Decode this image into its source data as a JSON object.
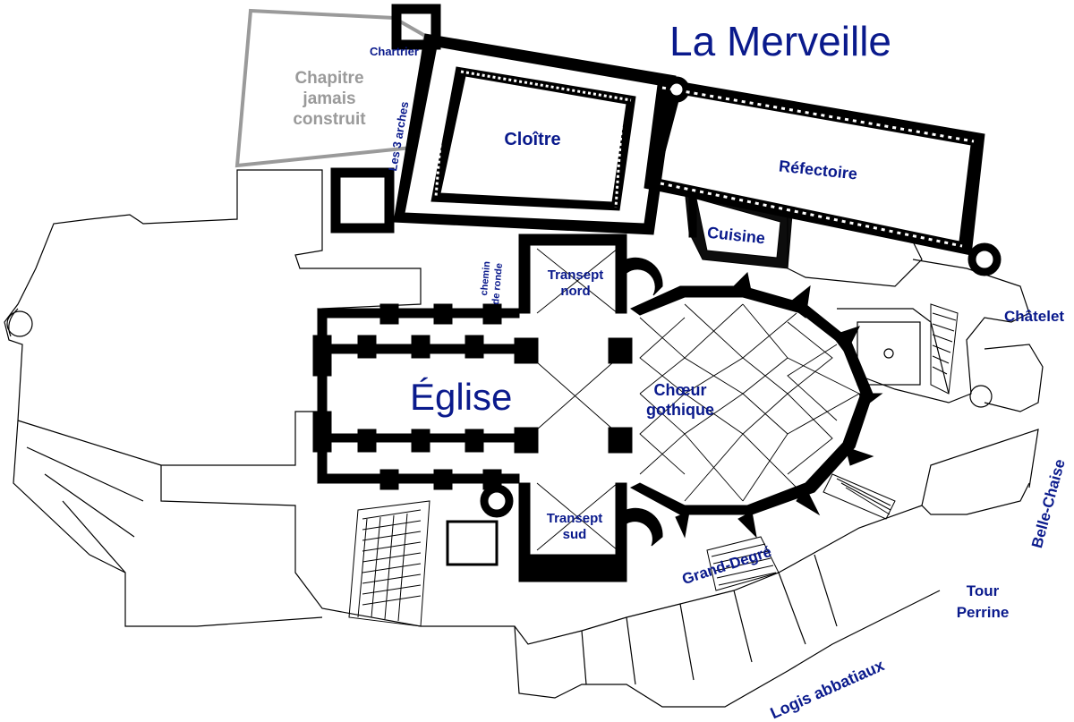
{
  "colors": {
    "label": "#0a1a8c",
    "ghost_label": "#9a9a9a",
    "wall": "#000000",
    "ghost_outline": "#9a9a9a",
    "background": "#ffffff"
  },
  "labels": {
    "la_merveille": "La Merveille",
    "chartrier": "Chartrier",
    "chapitre_line1": "Chapitre",
    "chapitre_line2": "jamais",
    "chapitre_line3": "construit",
    "les_3_arches": "Les 3 arches",
    "cloitre": "Cloître",
    "refectoire": "Réfectoire",
    "cuisine": "Cuisine",
    "chemin_line1": "chemin",
    "chemin_line2": "de ronde",
    "transept_nord_line1": "Transept",
    "transept_nord_line2": "nord",
    "chatelet": "Châtelet",
    "eglise": "Église",
    "choeur_line1": "Chœur",
    "choeur_line2": "gothique",
    "belle_chaise": "Belle-Chaise",
    "transept_sud_line1": "Transept",
    "transept_sud_line2": "sud",
    "grand_degre": "Grand-Degré",
    "tour_perrine_line1": "Tour",
    "tour_perrine_line2": "Perrine",
    "logis_abbatiaux": "Logis abbatiaux"
  }
}
